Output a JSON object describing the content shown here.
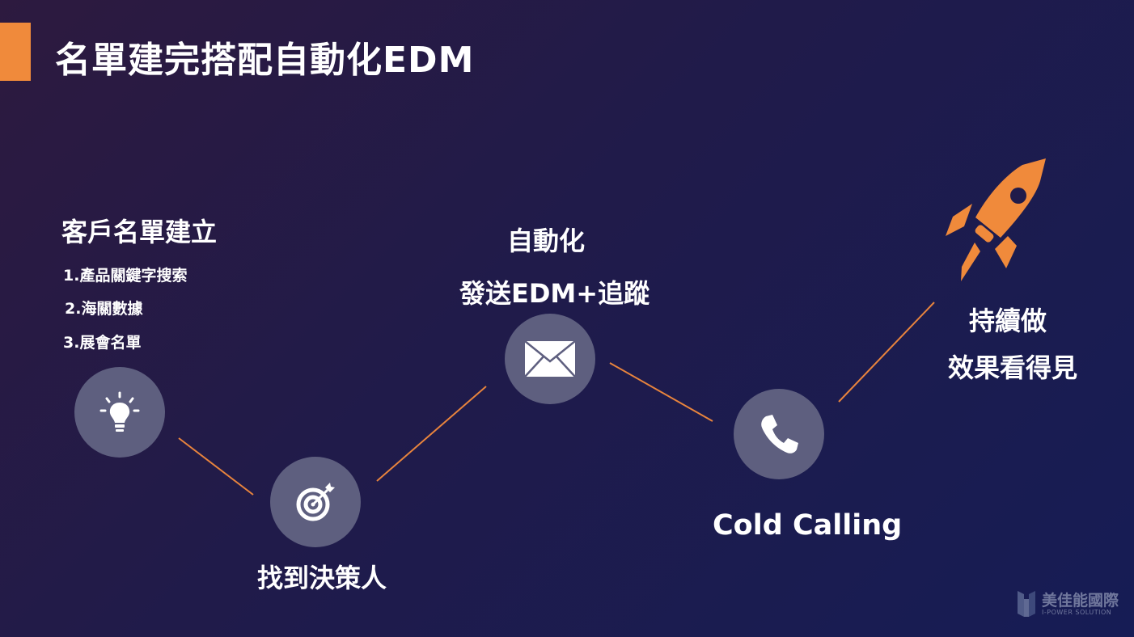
{
  "title": "名單建完搭配自動化EDM",
  "steps": {
    "list": {
      "title": "客戶名單建立",
      "items": [
        "1.產品關鍵字搜索",
        "2.海關數據",
        "3.展會名單"
      ]
    },
    "decision": {
      "title": "找到決策人"
    },
    "edm": {
      "line1": "自動化",
      "line2": "發送EDM+追蹤"
    },
    "calling": {
      "title": "Cold Calling"
    },
    "result": {
      "line1": "持續做",
      "line2": "效果看得見"
    }
  },
  "icons": [
    "lightbulb-icon",
    "target-icon",
    "envelope-icon",
    "phone-icon",
    "rocket-icon"
  ],
  "logo": {
    "name": "美佳能國際",
    "sub": "I-POWER SOLUTION"
  },
  "colors": {
    "accent": "#f08a3b",
    "circle": "#5e5f7f",
    "connector": "#e8843d"
  }
}
